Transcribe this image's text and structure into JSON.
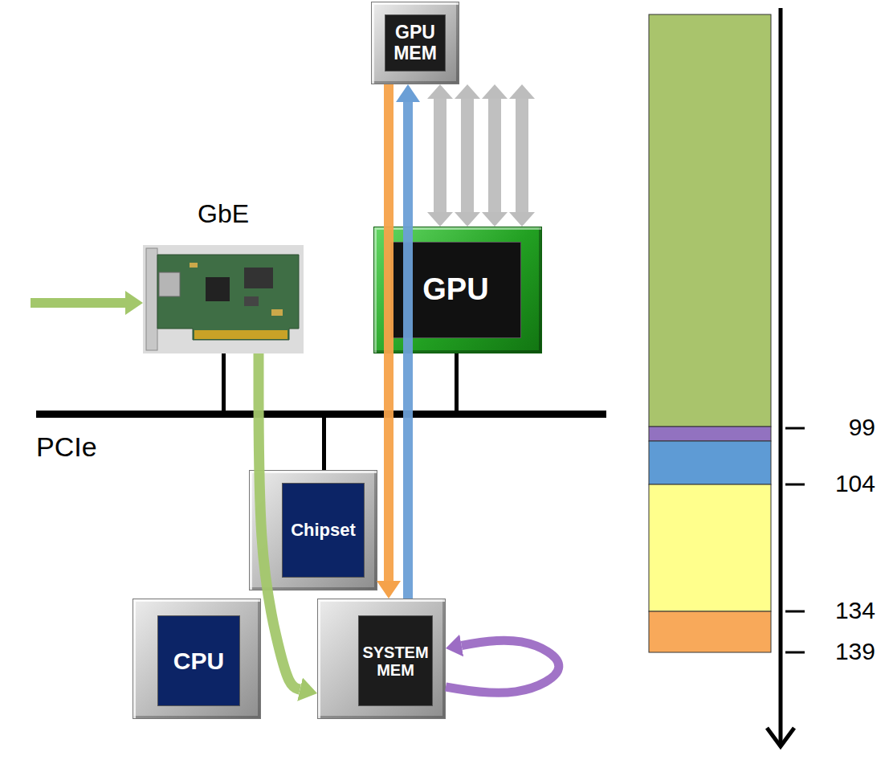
{
  "diagram": {
    "nodes": [
      {
        "text": [
          "GPU MEM"
        ]
      },
      {
        "text": [
          "GbE"
        ]
      },
      {
        "text": [
          "GPU"
        ]
      },
      {
        "text": [
          "Chipset"
        ]
      },
      {
        "text": [
          "CPU"
        ]
      },
      {
        "text": [
          "SYSTEM MEM"
        ]
      }
    ],
    "edges": [
      {
        "from": 2,
        "to": 0,
        "arrow": "both"
      },
      {
        "from": 2,
        "to": 0,
        "arrow": "both"
      },
      {
        "from": 2,
        "to": 0,
        "arrow": "both"
      },
      {
        "from": 2,
        "to": 0,
        "arrow": "both"
      },
      {
        "from": 1,
        "to": 5,
        "arrow": "to"
      },
      {
        "from": 0,
        "to": 5,
        "arrow": "to"
      },
      {
        "from": 5,
        "to": 0,
        "arrow": "to"
      },
      {
        "from": 5,
        "to": 5,
        "arrow": "to"
      }
    ],
    "labels": [
      "PCIe",
      "99",
      "104",
      "134",
      "139"
    ]
  }
}
